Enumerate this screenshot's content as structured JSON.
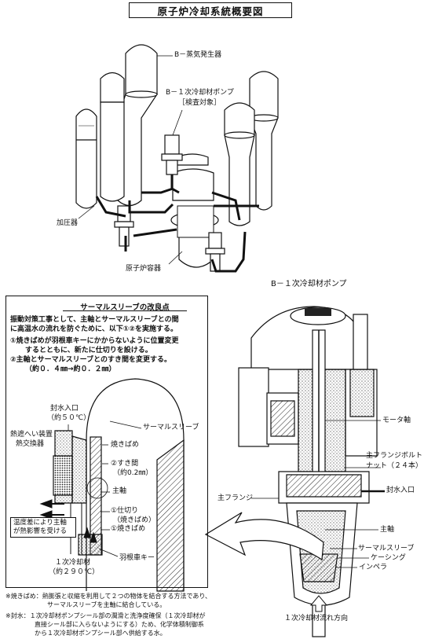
{
  "title": "原子炉冷却系統概要図",
  "top_diagram": {
    "labels": {
      "steam_generator": "B－蒸気発生器",
      "pump_line1": "B－１次冷却材ポンプ",
      "pump_line2": "［検査対象］",
      "pressurizer": "加圧器",
      "reactor_vessel": "原子炉容器"
    }
  },
  "pump_caption": "B－１次冷却材ポンプ",
  "improvement_panel": {
    "title": "サーマルスリーブの改良点",
    "intro_line1": "振動対策工事として、主軸とサーマルスリーブとの間",
    "intro_line2": "に高温水の流れを防ぐために、以下①②を実施する。",
    "item1_line1": "①焼きばめが羽根車キーにかからないように位置変更",
    "item1_line2": "するとともに、新たに仕切りを設ける。",
    "item2_line1": "②主軸とサーマルスリーブとのすき間を変更する。",
    "item2_line2": "（約０．４㎜→約０．２㎜）",
    "labels": {
      "seal_inlet_1": "封水入口",
      "seal_inlet_2": "（約５０℃）",
      "heat_exchanger_1": "熱遮へい装置",
      "heat_exchanger_2": "熱交換器",
      "thermal_sleeve": "サーマルスリーブ",
      "shrink_fit_top": "焼きばめ",
      "gap_1": "②すき間",
      "gap_2": "（約0.2㎜）",
      "main_shaft": "主軸",
      "partition_1": "①仕切り",
      "partition_2": "（焼きばめ）",
      "shrink_fit_bottom": "①焼きばめ",
      "warning_1": "温度差により主軸",
      "warning_2": "が熱影響を受ける",
      "impeller_key": "羽根車キー",
      "coolant_1": "１次冷却材",
      "coolant_2": "（約２９０℃）"
    }
  },
  "pump_cutaway": {
    "labels": {
      "motor_shaft": "モータ軸",
      "flange_bolt_1": "主フランジボルト",
      "flange_bolt_2": "ナット（２４本）",
      "main_flange": "主フランジ",
      "seal_water_inlet": "封水入口",
      "main_shaft": "主軸",
      "thermal_sleeve": "サーマルスリーブ",
      "casing": "ケーシング",
      "impeller": "インペラ",
      "flow_direction": "１次冷却材流れ方向"
    }
  },
  "notes": {
    "shrink_fit_1": "※焼きばめ：熱膨張と収縮を利用して２つの物体を結合する方法であり、",
    "shrink_fit_2": "サーマルスリーブを主軸に結合している。",
    "seal_water_1": "※封水：１次冷却材ポンプシール部の潤滑と洗浄度確保（１次冷却材が",
    "seal_water_2": "直接シール部に入らないようにする）ため、化学体積制御系",
    "seal_water_3": "から１次冷却材ポンプシール部へ供給する水。"
  }
}
